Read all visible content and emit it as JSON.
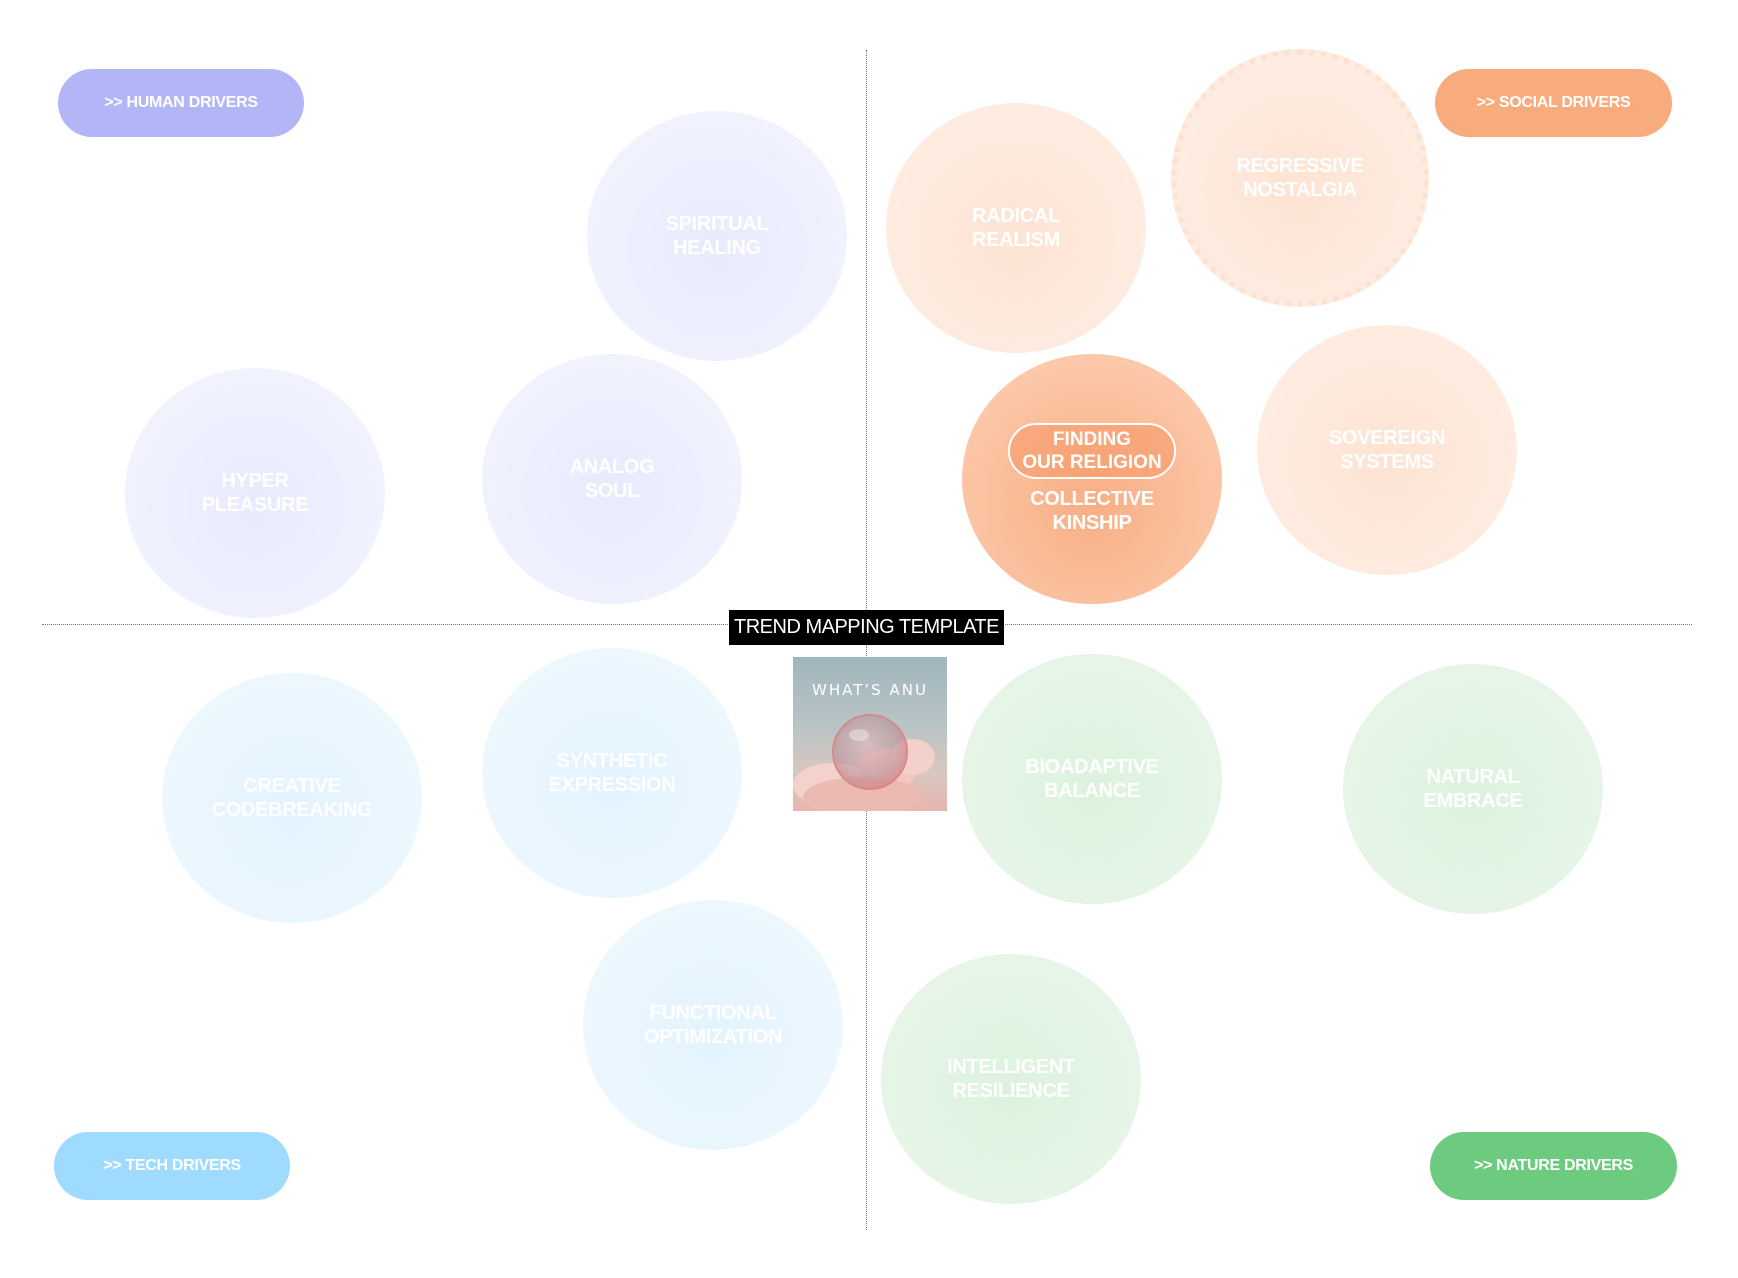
{
  "drivers": {
    "human": {
      "label": ">> HUMAN DRIVERS",
      "color": "#b2b6f6"
    },
    "social": {
      "label": ">> SOCIAL DRIVERS",
      "color": "#f8ab7d"
    },
    "tech": {
      "label": ">> TECH DRIVERS",
      "color": "#9fdaff"
    },
    "nature": {
      "label": ">> NATURE DRIVERS",
      "color": "#6ccb7f"
    }
  },
  "center": {
    "title": "TREND MAPPING TEMPLATE",
    "logo_text": "WHAT’S ANU",
    "logo_icon": "bubble-cloud-image"
  },
  "trends": {
    "spiritual_healing": "SPIRITUAL\nHEALING",
    "hyper_pleasure": "HYPER\nPLEASURE",
    "analog_soul": "ANALOG\nSOUL",
    "radical_realism": "RADICAL\nREALISM",
    "regressive_nostalgia": "REGRESSIVE\nNOSTALGIA",
    "collective_kinship": "COLLECTIVE\nKINSHIP",
    "finding_our_religion": "FINDING\nOUR RELIGION",
    "sovereign_systems": "SOVEREIGN\nSYSTEMS",
    "creative_codebreaking": "CREATIVE\nCODEBREAKING",
    "synthetic_expression": "SYNTHETIC\nEXPRESSION",
    "functional_optimization": "FUNCTIONAL\nOPTIMIZATION",
    "bioadaptive_balance": "BIOADAPTIVE\nBALANCE",
    "natural_embrace": "NATURAL\nEMBRACE",
    "intelligent_resilience": "INTELLIGENT\nRESILIENCE"
  }
}
